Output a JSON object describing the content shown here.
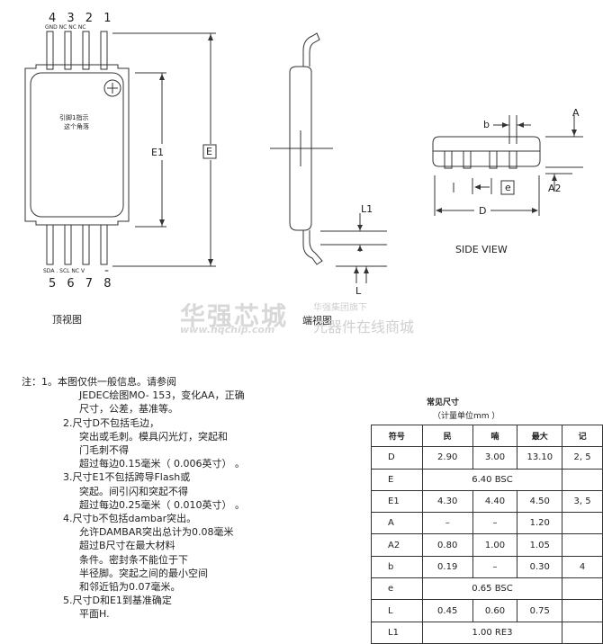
{
  "top_view": {
    "pin_numbers_top": "4 3 2 1",
    "pin_labels_top": "GND NC NC NC",
    "pin_numbers_bottom": "5 6 7 8",
    "pin_labels_bottom": "SDA . SCL NC V",
    "pin_label_eq": "=",
    "pin1_note_line1": "引脚1指示",
    "pin1_note_line2": "这个角落",
    "label_e1": "E1",
    "label_e": "E",
    "caption": "顶视图"
  },
  "end_view": {
    "label_l1": "L1",
    "label_l": "L",
    "caption": "端视图"
  },
  "side_view": {
    "label_b": "b",
    "label_a": "A",
    "label_a2": "A2",
    "label_e": "e",
    "label_d": "D",
    "caption": "SIDE VIEW"
  },
  "watermark": {
    "brand": "华强芯城",
    "url": "www.hqchip.com",
    "right_line1": "华强集团旗下",
    "right_line2": "元器件在线商城"
  },
  "notes": [
    "注：1。本图仅供一般信息。请参阅",
    "JEDEC绘图MO- 153，变化AA，正确",
    "尺寸，公差，基准等。",
    "2.尺寸D不包括毛边，",
    "突出或毛刺。模具闪光灯，突起和",
    "门毛刺不得",
    "超过每边0.15毫米（ 0.006英寸）  。",
    "3.尺寸E1不包括跨导Flash或",
    "突起。间引闪和突起不得",
    "超过每边0.25毫米（ 0.010英寸）  。",
    "4.尺寸b不包括dambar突出。",
    "允许DAMBAR突出总计为0.08毫米",
    "超过B尺寸在最大材料",
    "条件。密封条不能位于下",
    "半径脚。突起之间的最小空间",
    "和邻近铅为0.07毫米。",
    "5.尺寸D和E1到基准确定",
    "平面H."
  ],
  "table": {
    "title": "常见尺寸",
    "subtitle": "（计量单位mm ）",
    "headers": [
      "符号",
      "民",
      "喃",
      "最大",
      "记"
    ],
    "rows": [
      {
        "sym": "D",
        "min": "2.90",
        "nom": "3.00",
        "max": "13.10",
        "note": "2, 5"
      },
      {
        "sym": "E",
        "span": "6.40 BSC"
      },
      {
        "sym": "E1",
        "min": "4.30",
        "nom": "4.40",
        "max": "4.50",
        "note": "3, 5"
      },
      {
        "sym": "A",
        "min": "–",
        "nom": "–",
        "max": "1.20",
        "note": ""
      },
      {
        "sym": "A2",
        "min": "0.80",
        "nom": "1.00",
        "max": "1.05",
        "note": ""
      },
      {
        "sym": "b",
        "min": "0.19",
        "nom": "–",
        "max": "0.30",
        "note": "4"
      },
      {
        "sym": "e",
        "span": "0.65 BSC"
      },
      {
        "sym": "L",
        "min": "0.45",
        "nom": "0.60",
        "max": "0.75",
        "note": ""
      },
      {
        "sym": "L1",
        "span": "1.00 RE3"
      }
    ]
  }
}
